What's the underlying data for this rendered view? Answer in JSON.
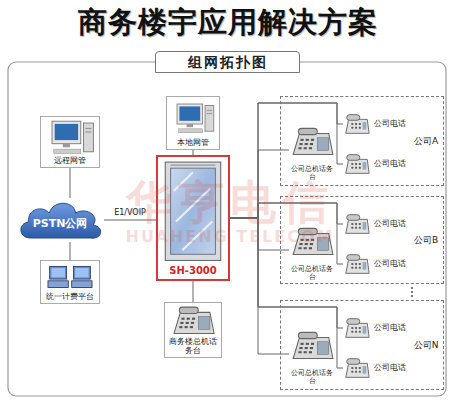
{
  "diagram": {
    "title": "商务楼宇应用解决方案",
    "nodes": [
      {
        "text": [
          "远程网管"
        ]
      },
      {
        "text": [
          "PSTN公网"
        ]
      },
      {
        "text": [
          "统一计费平台"
        ]
      },
      {
        "text": [
          "本地网管"
        ]
      },
      {
        "text": [
          "SH-3000"
        ]
      },
      {
        "text": [
          "商务楼总机话务台"
        ]
      },
      {
        "text": [
          "公司A"
        ]
      },
      {
        "text": [
          "公司总机话务台"
        ],
        "in": 6
      },
      {
        "text": [
          "公司电话"
        ],
        "in": 6
      },
      {
        "text": [
          "公司电话"
        ],
        "in": 6
      },
      {
        "text": [
          "公司B"
        ]
      },
      {
        "text": [
          "公司总机话务台"
        ],
        "in": 10
      },
      {
        "text": [
          "公司电话"
        ],
        "in": 10
      },
      {
        "text": [
          "公司电话"
        ],
        "in": 10
      },
      {
        "text": [
          "公司N"
        ]
      },
      {
        "text": [
          "公司总机话务台"
        ],
        "in": 14
      },
      {
        "text": [
          "公司电话"
        ],
        "in": 14
      },
      {
        "text": [
          "公司电话"
        ],
        "in": 14
      }
    ],
    "edges": [
      {
        "from": 0,
        "to": 1,
        "arrow": "none"
      },
      {
        "from": 1,
        "to": 2,
        "arrow": "none"
      },
      {
        "from": 1,
        "to": 4,
        "label": "E1/VOIP",
        "arrow": "none"
      },
      {
        "from": 3,
        "to": 4,
        "arrow": "none"
      },
      {
        "from": 4,
        "to": 5,
        "arrow": "none"
      },
      {
        "from": 4,
        "to": 7,
        "arrow": "none"
      },
      {
        "from": 4,
        "to": 8,
        "arrow": "none"
      },
      {
        "from": 4,
        "to": 9,
        "arrow": "none"
      },
      {
        "from": 4,
        "to": 11,
        "arrow": "none"
      },
      {
        "from": 4,
        "to": 12,
        "arrow": "none"
      },
      {
        "from": 4,
        "to": 13,
        "arrow": "none"
      },
      {
        "from": 4,
        "to": 15,
        "arrow": "none"
      },
      {
        "from": 4,
        "to": 16,
        "arrow": "none"
      },
      {
        "from": 4,
        "to": 17,
        "arrow": "none"
      }
    ],
    "labels": [
      "组网拓扑图",
      "华亨电信",
      "HUAHENG TELECOM"
    ]
  }
}
